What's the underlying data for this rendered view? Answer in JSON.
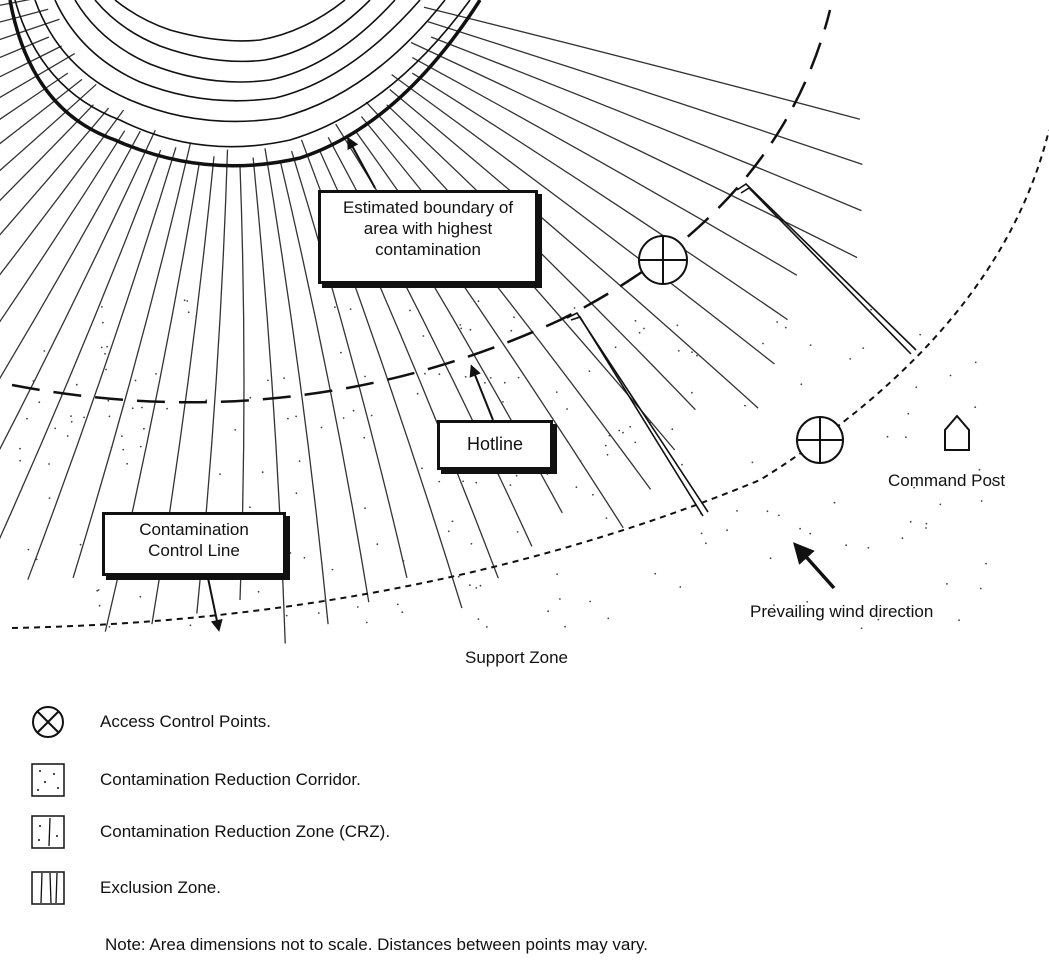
{
  "labels": {
    "estimated_boundary": "Estimated boundary of area with highest contamination",
    "hotline": "Hotline",
    "contamination_control_line": "Contamination Control Line",
    "command_post": "Command Post",
    "prevailing_wind": "Prevailing wind direction",
    "support_zone": "Support Zone"
  },
  "legend": [
    {
      "icon": "access-control-point-icon",
      "text": "Access Control Points."
    },
    {
      "icon": "dotted-square-icon",
      "text": "Contamination Reduction Corridor."
    },
    {
      "icon": "dotted-lined-square-icon",
      "text": "Contamination Reduction Zone (CRZ)."
    },
    {
      "icon": "lined-square-icon",
      "text": "Exclusion Zone."
    }
  ],
  "note": "Note: Area dimensions not to scale. Distances between points may vary."
}
